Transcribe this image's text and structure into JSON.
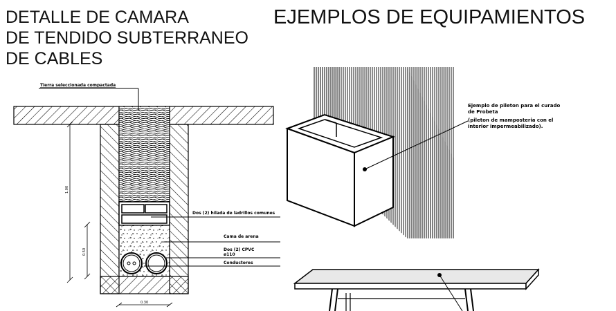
{
  "titles": {
    "left_line1": "DETALLE DE CAMARA",
    "left_line2": "DE TENDIDO SUBTERRANEO",
    "left_line3": "DE CABLES",
    "right": "EJEMPLOS DE EQUIPAMIENTOS"
  },
  "section_labels": {
    "top": "Tierra seleccionada compactada",
    "bricks": "Dos (2) hilada de ladrillos comunes",
    "sand": "Cama de arena",
    "pipes_1": "Dos (2) CPVC",
    "pipes_2": "ø110",
    "conductors": "Conductores"
  },
  "dimensions": {
    "height_total": "1.00",
    "height_lower": "0.50",
    "width": "0.30"
  },
  "basin_note": {
    "line1": "Ejemplo de pileton para el curado",
    "line2": "de Probeta",
    "line3": "(pileton de mamposteria con el",
    "line4": "interior impermeabilizado)."
  },
  "colors": {
    "ink": "#000000",
    "paper": "#ffffff",
    "table_top": "#e8e8e8"
  }
}
